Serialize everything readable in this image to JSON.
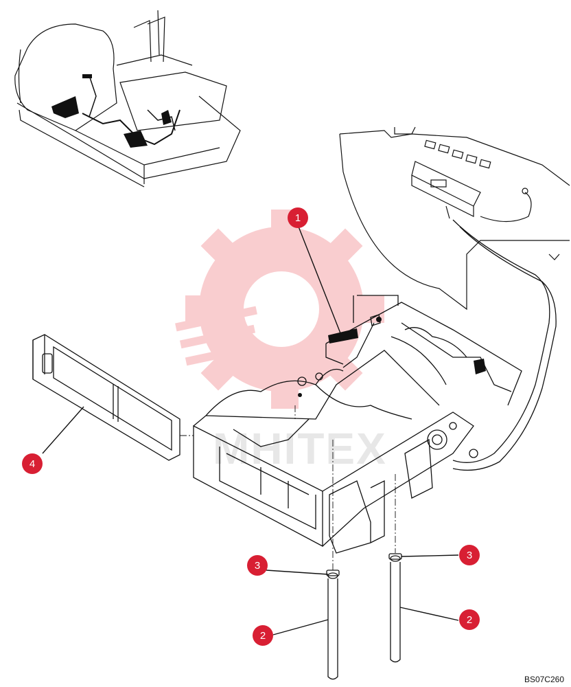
{
  "diagram": {
    "reference_code": "BS07C260",
    "callouts": [
      {
        "id": "callout-1-top",
        "label": "1"
      },
      {
        "id": "callout-4",
        "label": "4"
      },
      {
        "id": "callout-3-left",
        "label": "3"
      },
      {
        "id": "callout-3-right",
        "label": "3"
      },
      {
        "id": "callout-2-left",
        "label": "2"
      },
      {
        "id": "callout-2-right",
        "label": "2"
      }
    ],
    "watermark": {
      "text": "MHITEX",
      "color": "#e8202a"
    },
    "colors": {
      "callout": "#d81f33",
      "line": "#111111"
    }
  }
}
